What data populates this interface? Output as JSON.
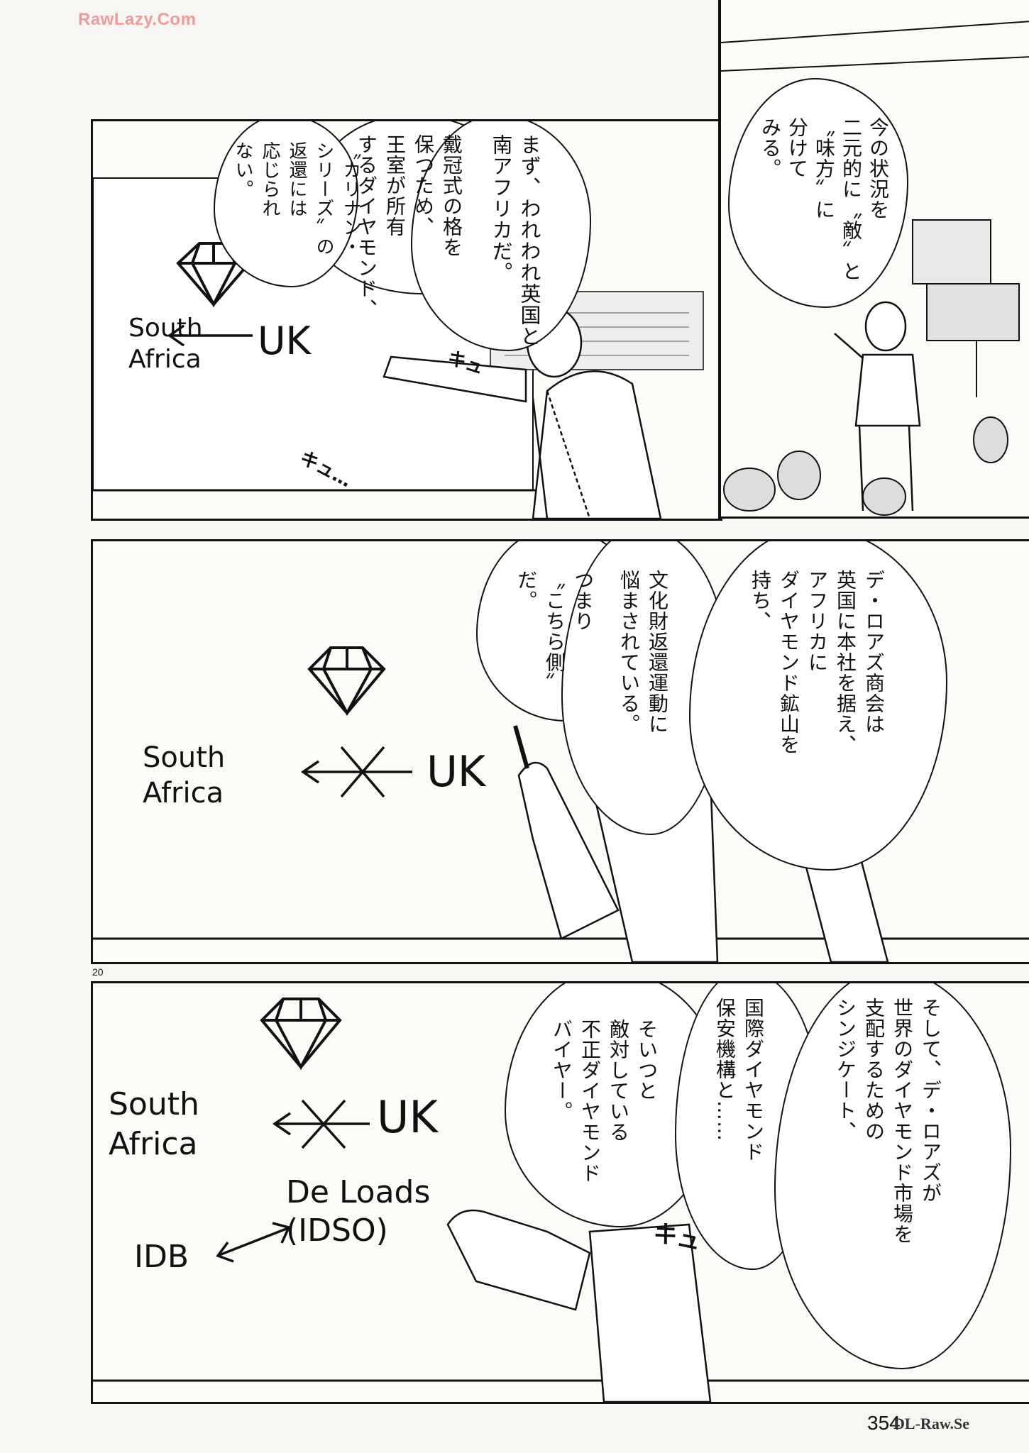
{
  "watermarks": {
    "top": "RawLazy.Com",
    "bottom": "DL-Raw.Se"
  },
  "page_number": "354",
  "side_number": "20",
  "panel1": {
    "diagram": {
      "left": "South\nAfrica",
      "right": "UK"
    },
    "bubble_a": "まず、われわれ英国と\n南アフリカだ。",
    "bubble_b": "戴冠式の格を\n保つため、\n王室が所有\nするダイヤモンド、",
    "bubble_c": "〝カリナン・\nシリーズ〟の\n返還には\n応じられ\nない。",
    "sfx_1": "キュ",
    "sfx_2": "キュ…"
  },
  "panel2": {
    "bubble": "今の状況を\n二元的に〝敵〟と\n〝味方〟に\n分けて\nみる。"
  },
  "panel3": {
    "diagram": {
      "left": "South\nAfrica",
      "right": "UK"
    },
    "bubble_a": "デ・ロアズ商会は\n英国に本社を据え、\nアフリカに\nダイヤモンド鉱山を\n持ち、",
    "bubble_b": "文化財返還運動に\n悩まされている。",
    "bubble_c": "つまり\n〝こちら側〟\nだ。"
  },
  "panel4": {
    "diagram": {
      "left": "South\nAfrica",
      "right": "UK",
      "middle": "De Loads\n(IDSO)",
      "bottom_left": "IDB"
    },
    "bubble_a": "そして、デ・ロアズが\n世界のダイヤモンド市場を\n支配するための\nシンジケート、",
    "bubble_b": "国際ダイヤモンド\n保安機構と……",
    "bubble_c": "そいつと\n敵対している\n不正ダイヤモンド\nバイヤー。",
    "sfx": "キュ"
  }
}
